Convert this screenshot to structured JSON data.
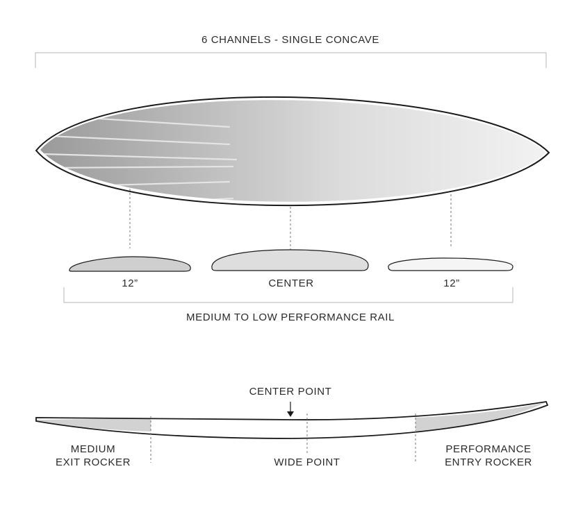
{
  "top": {
    "title": "6 CHANNELS - SINGLE CONCAVE",
    "rail_caption": "MEDIUM TO LOW PERFORMANCE RAIL",
    "sections": [
      {
        "label": "12”",
        "fill": "#cfcfcf"
      },
      {
        "label": "CENTER",
        "fill": "#dedede"
      },
      {
        "label": "12”",
        "fill": "#f5f5f5"
      }
    ]
  },
  "bottom": {
    "center_point": "CENTER POINT",
    "exit_line1": "MEDIUM",
    "exit_line2": "EXIT ROCKER",
    "wide_point": "WIDE POINT",
    "entry_line1": "PERFORMANCE",
    "entry_line2": "ENTRY ROCKER"
  },
  "colors": {
    "outline": "#1a1a1a",
    "tail_shade": "#9a9a9a",
    "nose_shade": "#f2f2f2",
    "channel": "#e4e4e4",
    "rocker_shade": "#d2d2d2",
    "guide": "#777777",
    "bracket": "#b5b5b5"
  }
}
